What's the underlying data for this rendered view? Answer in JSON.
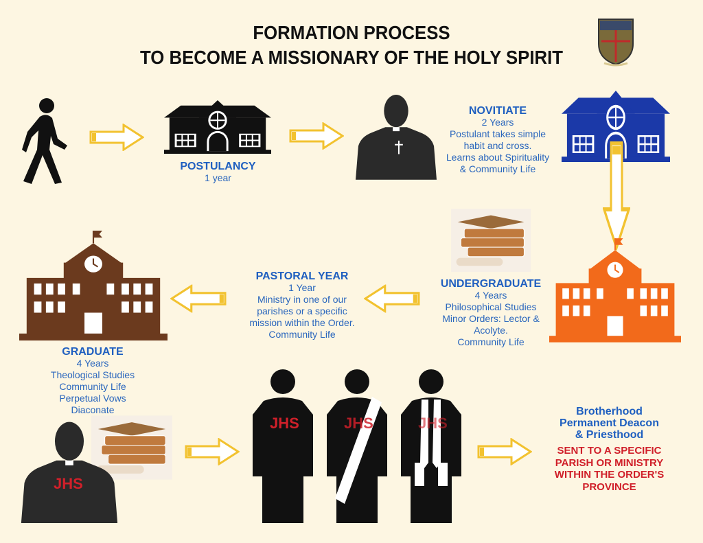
{
  "title": {
    "line1": "FORMATION PROCESS",
    "line2": "TO BECOME A MISSIONARY OF THE HOLY SPIRIT"
  },
  "colors": {
    "text_blue": "#2a66bd",
    "arrow_yellow": "#f2c230",
    "red": "#d0202a",
    "postulancy": "#111111",
    "novitiate": "#1b39a8",
    "undergraduate": "#f26a1b",
    "graduate": "#6b3a1e"
  },
  "stages": {
    "postulancy": {
      "heading": "POSTULANCY",
      "lines": [
        "1 year"
      ]
    },
    "novitiate": {
      "heading": "NOVITIATE",
      "lines": [
        "2 Years",
        "Postulant takes simple",
        "habit and cross.",
        "Learns about Spirituality",
        "& Community Life"
      ]
    },
    "undergraduate": {
      "heading": "UNDERGRADUATE",
      "lines": [
        "4 Years",
        "Philosophical Studies",
        "Minor Orders: Lector &",
        "Acolyte.",
        "Community Life"
      ]
    },
    "pastoral": {
      "heading": "PASTORAL YEAR",
      "lines": [
        "1 Year",
        "Ministry in one of our",
        "parishes or a specific",
        "mission within the Order.",
        "Community Life"
      ]
    },
    "graduate": {
      "heading": "GRADUATE",
      "lines": [
        "4 Years",
        "Theological Studies",
        "Community Life",
        "Perpetual Vows",
        "Diaconate"
      ]
    },
    "final": {
      "lines": [
        "Brotherhood",
        "Permanent Deacon",
        "& Priesthood"
      ],
      "sent": [
        "SENT TO A SPECIFIC",
        "PARISH OR MINISTRY",
        "WITHIN THE ORDER'S",
        "PROVINCE"
      ]
    }
  },
  "robe_label": "JHS"
}
